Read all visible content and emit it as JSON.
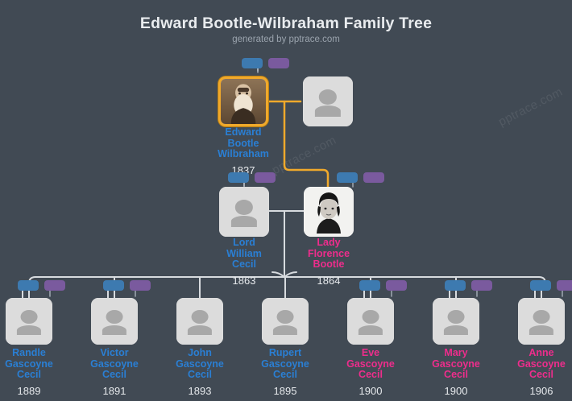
{
  "header": {
    "title": "Edward Bootle-Wilbraham Family Tree",
    "subtitle": "generated by pptrace.com"
  },
  "watermark": {
    "text": "pptrace.com"
  },
  "colors": {
    "background": "#414a54",
    "male_name": "#2a7fd4",
    "female_name": "#ee2d8c",
    "year": "#e6e9ec",
    "highlight_border": "#f0a92b",
    "highlight_wire": "#f0a92b",
    "wire": "#d7dbdf",
    "card": "#dcdcdc",
    "pill_blue": "#3d7ab0",
    "pill_purple": "#7a5a9e"
  },
  "generations": [
    {
      "level": 1,
      "people": [
        {
          "name_lines": [
            "Edward",
            "Bootle",
            "Wilbraham"
          ],
          "name": "Edward Bootle Wilbraham",
          "year": "1837",
          "gender": "male",
          "has_photo": true,
          "photo_type": "sepia-portrait",
          "highlighted": true,
          "has_parents_pills": true
        },
        {
          "name_lines": [],
          "name": "",
          "year": "",
          "gender": "unknown",
          "has_photo": false,
          "photo_type": "placeholder-avatar",
          "highlighted": false,
          "has_parents_pills": false
        }
      ]
    },
    {
      "level": 2,
      "people": [
        {
          "name_lines": [
            "Lord",
            "William",
            "Cecil"
          ],
          "name": "Lord William Cecil",
          "year": "1863",
          "gender": "male",
          "has_photo": false,
          "photo_type": "placeholder-avatar",
          "highlighted": false,
          "has_parents_pills": true
        },
        {
          "name_lines": [
            "Lady",
            "Florence",
            "Bootle"
          ],
          "name": "Lady Florence Bootle",
          "year": "1864",
          "gender": "female",
          "has_photo": true,
          "photo_type": "engraving-portrait",
          "highlighted": false,
          "has_parents_pills": true
        }
      ]
    },
    {
      "level": 3,
      "people": [
        {
          "name_lines": [
            "Randle",
            "Gascoyne",
            "Cecil"
          ],
          "name": "Randle Gascoyne Cecil",
          "year": "1889",
          "gender": "male",
          "has_photo": false,
          "photo_type": "placeholder-avatar",
          "highlighted": false,
          "has_parents_pills": true
        },
        {
          "name_lines": [
            "Victor",
            "Gascoyne",
            "Cecil"
          ],
          "name": "Victor Gascoyne Cecil",
          "year": "1891",
          "gender": "male",
          "has_photo": false,
          "photo_type": "placeholder-avatar",
          "highlighted": false,
          "has_parents_pills": true
        },
        {
          "name_lines": [
            "John",
            "Gascoyne",
            "Cecil"
          ],
          "name": "John Gascoyne Cecil",
          "year": "1893",
          "gender": "male",
          "has_photo": false,
          "photo_type": "placeholder-avatar",
          "highlighted": false,
          "has_parents_pills": false
        },
        {
          "name_lines": [
            "Rupert",
            "Gascoyne",
            "Cecil"
          ],
          "name": "Rupert Gascoyne Cecil",
          "year": "1895",
          "gender": "male",
          "has_photo": false,
          "photo_type": "placeholder-avatar",
          "highlighted": false,
          "has_parents_pills": false
        },
        {
          "name_lines": [
            "Eve",
            "Gascoyne",
            "Cecil"
          ],
          "name": "Eve Gascoyne Cecil",
          "year": "1900",
          "gender": "female",
          "has_photo": false,
          "photo_type": "placeholder-avatar",
          "highlighted": false,
          "has_parents_pills": true
        },
        {
          "name_lines": [
            "Mary",
            "Gascoyne",
            "Cecil"
          ],
          "name": "Mary Gascoyne Cecil",
          "year": "1900",
          "gender": "female",
          "has_photo": false,
          "photo_type": "placeholder-avatar",
          "highlighted": false,
          "has_parents_pills": true
        },
        {
          "name_lines": [
            "Anne",
            "Gascoyne",
            "Cecil"
          ],
          "name": "Anne Gascoyne Cecil",
          "year": "1906",
          "gender": "female",
          "has_photo": false,
          "photo_type": "placeholder-avatar",
          "highlighted": false,
          "has_parents_pills": true
        }
      ]
    }
  ]
}
